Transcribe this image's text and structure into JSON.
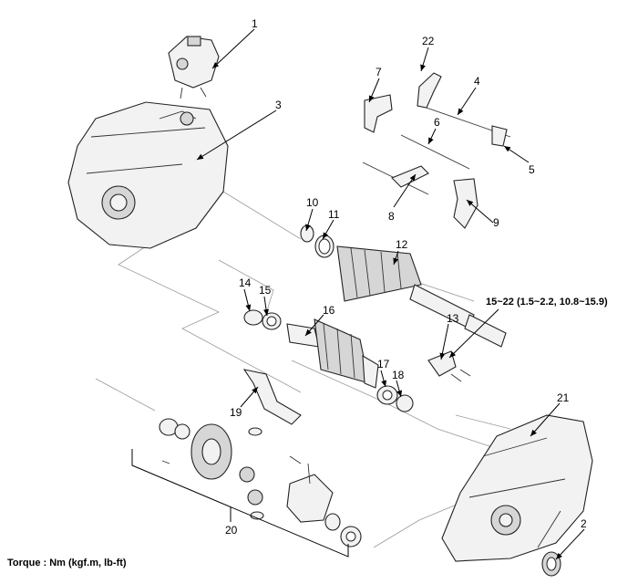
{
  "callouts": {
    "c1": "1",
    "c2": "2",
    "c3": "3",
    "c4": "4",
    "c5": "5",
    "c6": "6",
    "c7": "7",
    "c8": "8",
    "c9": "9",
    "c10": "10",
    "c11": "11",
    "c12": "12",
    "c13": "13",
    "c14": "14",
    "c15": "15",
    "c16": "16",
    "c17": "17",
    "c18": "18",
    "c19": "19",
    "c20": "20",
    "c21": "21",
    "c22": "22"
  },
  "torque_spec": "15~22 (1.5~2.2, 10.8~15.9)",
  "legend": "Torque : Nm (kgf.m, lb-ft)"
}
